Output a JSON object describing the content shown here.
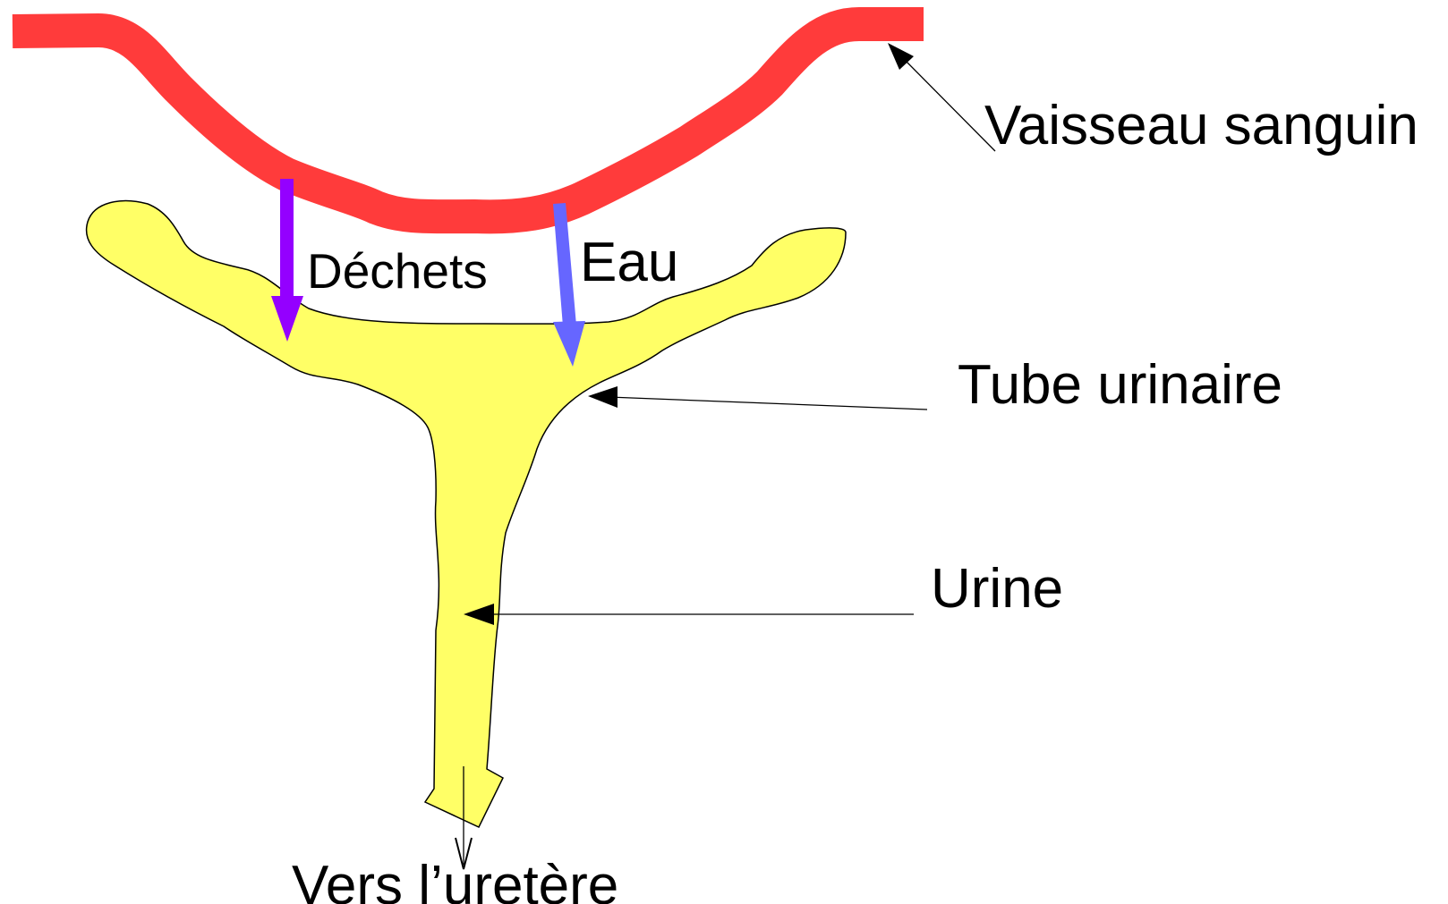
{
  "diagram": {
    "labels": {
      "blood_vessel": "Vaisseau sanguin",
      "waste": "Déchets",
      "water": "Eau",
      "urinary_tube": "Tube urinaire",
      "urine": "Urine",
      "to_ureter": "Vers l’uretère"
    },
    "colors": {
      "blood_vessel": "#ff3b3b",
      "urinary_tube_fill": "#ffff66",
      "waste_arrow": "#9400ff",
      "water_arrow": "#6666ff",
      "pointer": "#000000"
    }
  }
}
